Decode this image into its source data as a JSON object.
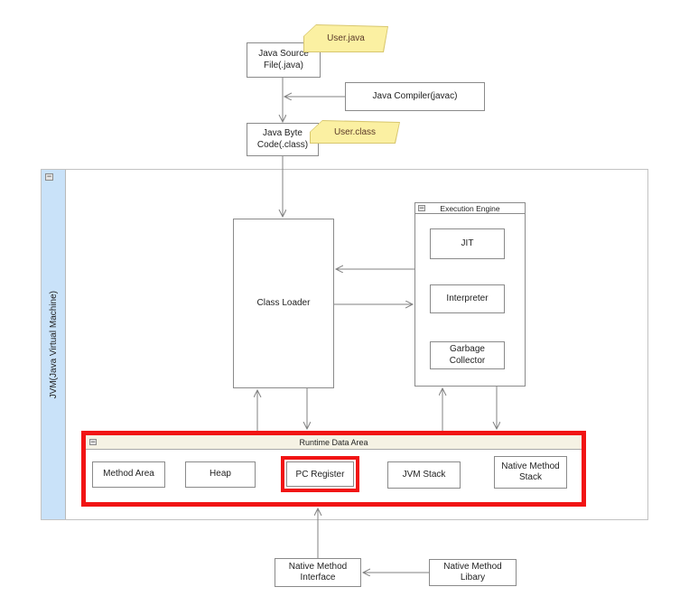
{
  "notes": {
    "user_java": "User.java",
    "user_class": "User.class"
  },
  "boxes": {
    "java_source": "Java Source File(.java)",
    "java_compiler": "Java Compiler(javac)",
    "java_byte_code": "Java Byte Code(.class)",
    "class_loader": "Class Loader",
    "jit": "JIT",
    "interpreter": "Interpreter",
    "garbage_collector": "Garbage Collector",
    "method_area": "Method Area",
    "heap": "Heap",
    "pc_register": "PC Register",
    "jvm_stack": "JVM Stack",
    "native_method_stack": "Native Method Stack",
    "native_method_interface": "Native Method Interface",
    "native_method_library": "Native Method Libary"
  },
  "containers": {
    "jvm": "JVM(Java Virtual Machine)",
    "execution_engine": "Execution Engine",
    "runtime_data_area": "Runtime Data Area"
  },
  "ui": {
    "collapse_glyph": "−"
  },
  "colors": {
    "highlight_red": "#f11414",
    "note_fill": "#fbf0a2",
    "note_edge": "#d8c76e",
    "note_text": "#5b3a29",
    "jvm_bar": "#c9e2f9",
    "runtime_titlebar": "#f5f2e4",
    "line": "#808080",
    "container_border": "#c3c3c3"
  }
}
